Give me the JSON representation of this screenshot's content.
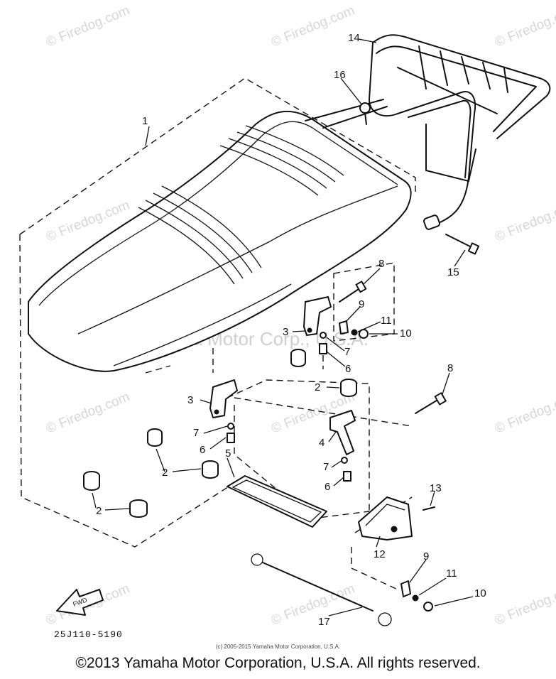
{
  "diagram": {
    "drawing_code": "25J110-5190",
    "fwd_label": "FWD",
    "callouts": [
      "1",
      "2",
      "3",
      "4",
      "5",
      "6",
      "7",
      "8",
      "9",
      "10",
      "11",
      "12",
      "13",
      "14",
      "15",
      "16",
      "17"
    ]
  },
  "watermarks": {
    "site": "© Firedog.com",
    "company": "Yamaha Motor Corp., U.S.A."
  },
  "footer": {
    "small_credit": "(c) 2005-2015 Yamaha Motor Corporation, U.S.A.",
    "copyright": "©2013 Yamaha Motor Corporation, U.S.A. All rights reserved."
  }
}
